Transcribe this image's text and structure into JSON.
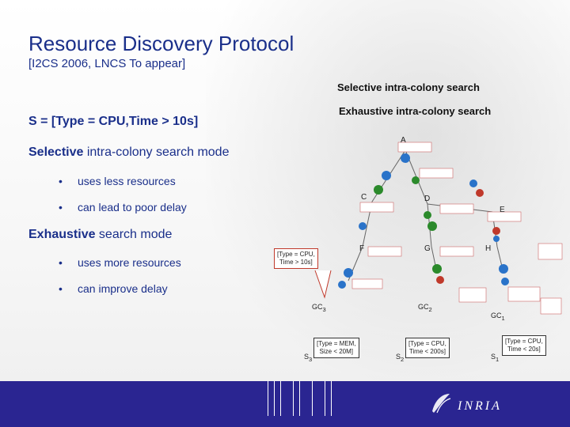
{
  "slide": {
    "title": "Resource Discovery Protocol",
    "subtitle": "[I2CS 2006, LNCS To appear]",
    "header_selective": "Selective intra-colony search",
    "header_exhaustive": "Exhaustive intra-colony search",
    "formula": "S = [Type = CPU,Time > 10s]",
    "selective_mode": {
      "bold": "Selective",
      "rest": " intra-colony search mode"
    },
    "selective_bullets": [
      "uses less resources",
      "can lead to poor delay"
    ],
    "exhaustive_mode": {
      "bold": "Exhaustive",
      "rest": " search mode"
    },
    "exhaustive_bullets": [
      "uses more resources",
      "can improve delay"
    ],
    "bullet_char": "•"
  },
  "diagram": {
    "nodes": {
      "A": "A",
      "C": "C",
      "D": "D",
      "E": "E",
      "F": "F",
      "G": "G",
      "H": "H"
    },
    "colonies": {
      "gc3": "GC",
      "gc3_sub": "3",
      "gc2": "GC",
      "gc2_sub": "2",
      "gc1": "GC",
      "gc1_sub": "1"
    },
    "requests": {
      "s3": "S",
      "s3_sub": "3",
      "s3_line1": "[Type = MEM,",
      "s3_line2": "Size < 20M]",
      "s2": "S",
      "s2_sub": "2",
      "s2_line1": "[Type = CPU,",
      "s2_line2": "Time < 200s]",
      "s1": "S",
      "s1_sub": "1",
      "s1_line1": "[Type = CPU,",
      "s1_line2": "Time < 20s]"
    },
    "callout": {
      "line1": "[Type = CPU,",
      "line2": "Time > 10s]"
    }
  },
  "footer": {
    "logo_text": "INRIA"
  },
  "colors": {
    "title": "#1a2f8a",
    "footer": "#2a2591",
    "node_blue": "#2a73c9",
    "node_green": "#2b8a2b",
    "node_red": "#c0392b",
    "callout_border": "#c0392b"
  }
}
